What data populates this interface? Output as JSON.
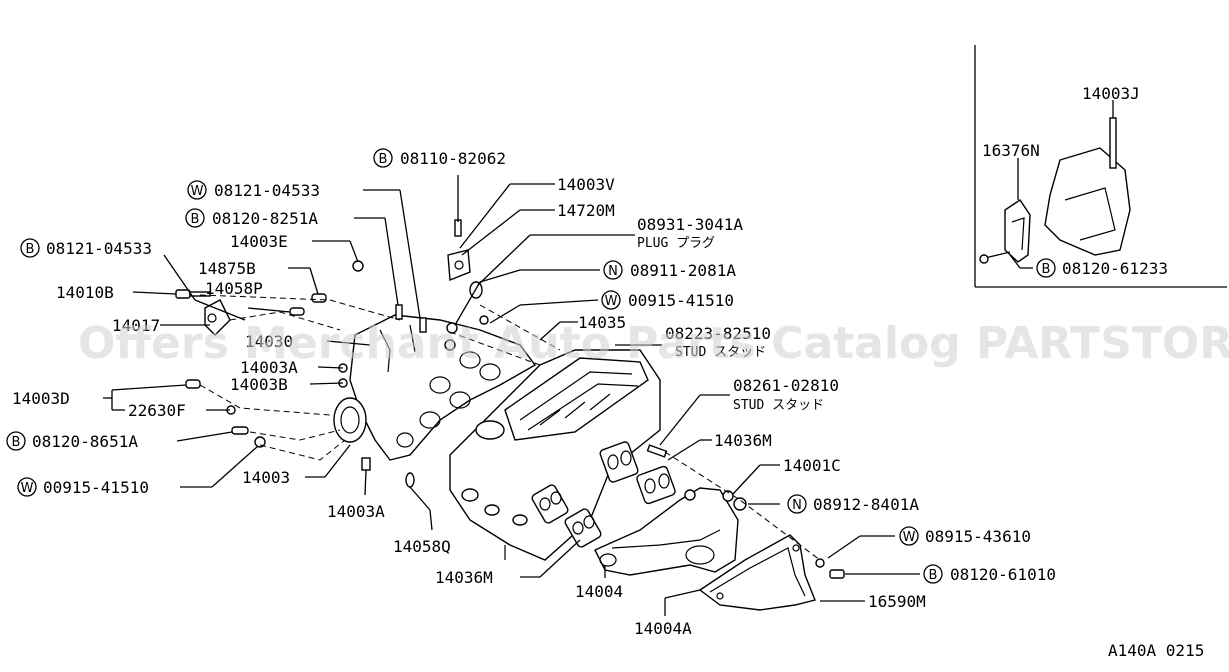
{
  "watermark": "Offers Merchant Auto Parts Catalog PARTSTORE.SA",
  "diagram_code": "A140A 0215",
  "labels": {
    "l_08110_82062": "08110-82062",
    "l_08121_04533a": "08121-04533",
    "l_08120_8251a": "08120-8251A",
    "l_14003e": "14003E",
    "l_08121_04533b": "08121-04533",
    "l_14875b": "14875B",
    "l_14010b": "14010B",
    "l_14058p": "14058P",
    "l_14017": "14017",
    "l_14030": "14030",
    "l_14003a_1": "14003A",
    "l_14003b": "14003B",
    "l_14003d": "14003D",
    "l_22630f": "22630F",
    "l_08120_8651a": "08120-8651A",
    "l_00915_41510a": "00915-41510",
    "l_14003": "14003",
    "l_14003a_2": "14003A",
    "l_14058q": "14058Q",
    "l_14036m_1": "14036M",
    "l_14004": "14004",
    "l_14004a": "14004A",
    "l_16590m": "16590M",
    "l_08120_61010": "08120-61010",
    "l_08915_43610": "08915-43610",
    "l_08912_8401a": "08912-8401A",
    "l_14001c": "14001C",
    "l_14036m_2": "14036M",
    "l_08261_02810": "08261-02810",
    "l_stud1": "STUD スタッド",
    "l_08223_82510": "08223-82510",
    "l_stud2": "STUD スタッド",
    "l_14035": "14035",
    "l_00915_41510b": "00915-41510",
    "l_08911_2081a": "08911-2081A",
    "l_08931_3041a": "08931-3041A",
    "l_plug": "PLUG プラグ",
    "l_14720m": "14720M",
    "l_14003v": "14003V",
    "l_14003j": "14003J",
    "l_16376n": "16376N",
    "l_08120_61233": "08120-61233"
  },
  "markers": {
    "b": "B",
    "w": "W",
    "n": "N"
  }
}
